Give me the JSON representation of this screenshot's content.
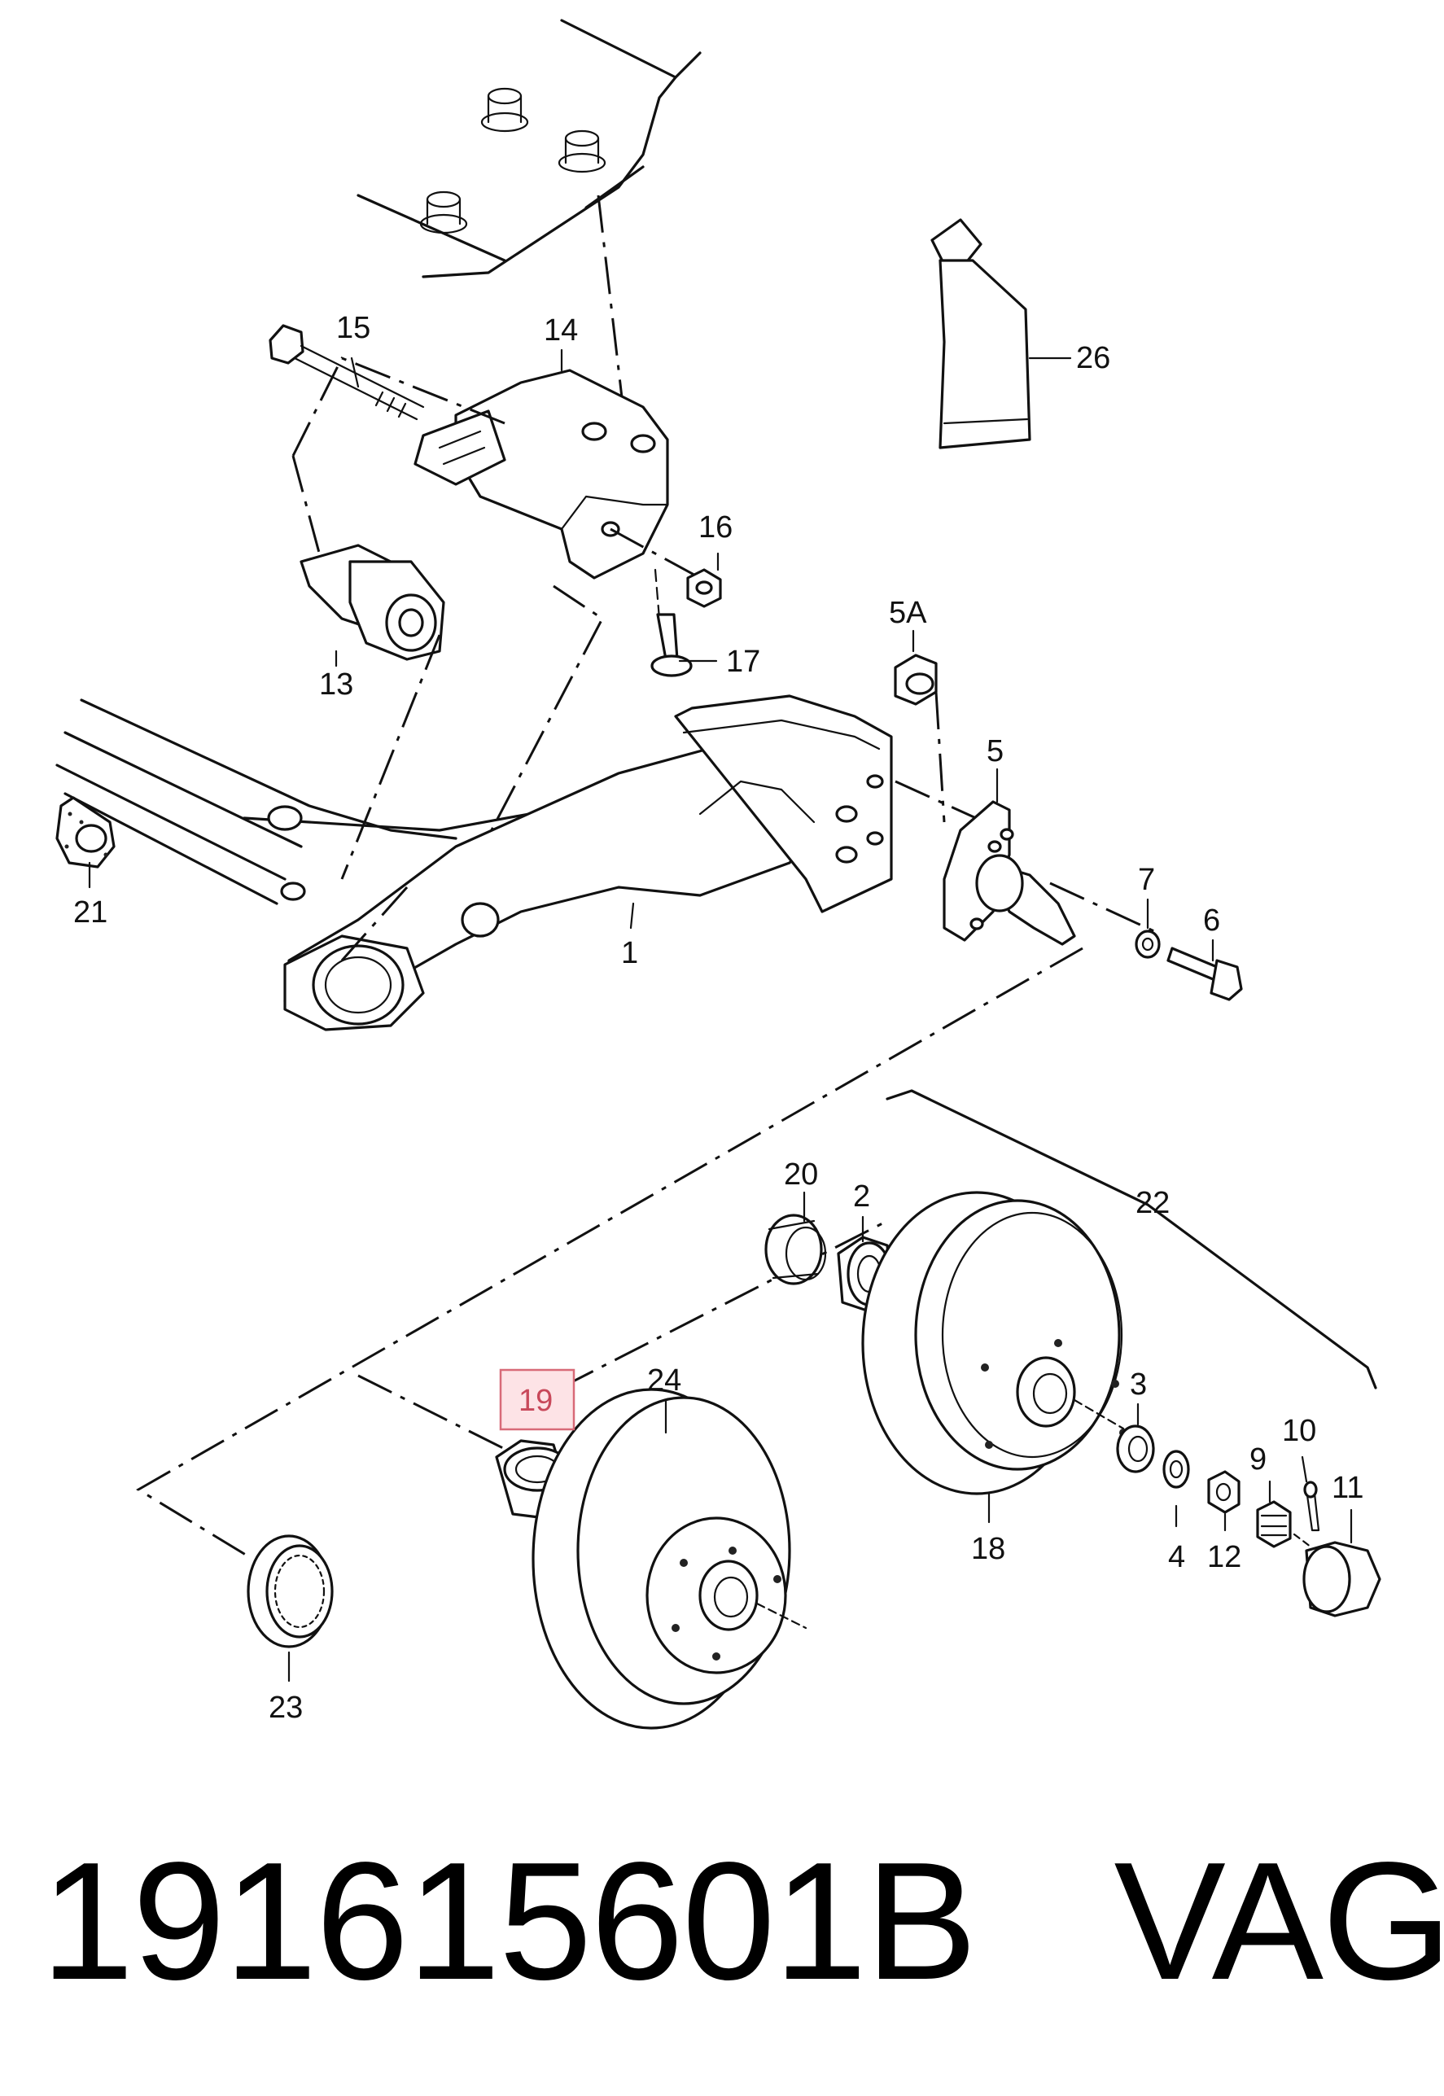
{
  "labels": {
    "l1": "1",
    "l2": "2",
    "l3": "3",
    "l4": "4",
    "l5": "5",
    "l5a": "5A",
    "l6": "6",
    "l7": "7",
    "l9": "9",
    "l10": "10",
    "l11": "11",
    "l12": "12",
    "l13": "13",
    "l14": "14",
    "l15": "15",
    "l16": "16",
    "l17": "17",
    "l18": "18",
    "l19": "19",
    "l20": "20",
    "l21": "21",
    "l22": "22",
    "l23": "23",
    "l24": "24",
    "l26": "26"
  },
  "highlighted_callout": "19",
  "caption": {
    "part_number": "191615601B",
    "brand": "VAG"
  },
  "colors": {
    "highlight_fill": "#fde3e6",
    "highlight_border": "#d86a78",
    "line": "#111111"
  }
}
